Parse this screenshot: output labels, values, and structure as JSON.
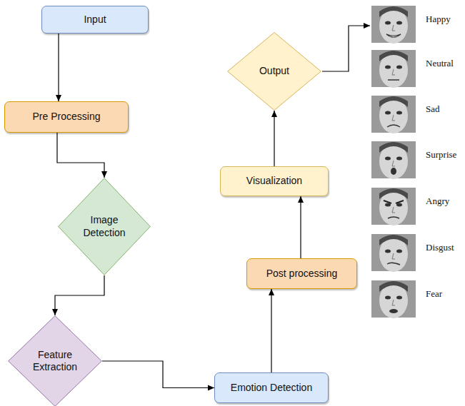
{
  "diagram": {
    "nodes": [
      {
        "text": [
          "Input"
        ]
      },
      {
        "text": [
          "Pre Processing"
        ]
      },
      {
        "text": [
          "Image Detection"
        ]
      },
      {
        "text": [
          "Feature Extraction"
        ]
      },
      {
        "text": [
          "Emotion Detection"
        ]
      },
      {
        "text": [
          "Post processing"
        ]
      },
      {
        "text": [
          "Visualization"
        ]
      },
      {
        "text": [
          "Output"
        ]
      }
    ],
    "edges": [
      {
        "from": 0,
        "to": 1,
        "arrow": "to"
      },
      {
        "from": 1,
        "to": 2,
        "arrow": "to"
      },
      {
        "from": 2,
        "to": 3,
        "arrow": "to"
      },
      {
        "from": 3,
        "to": 4,
        "arrow": "to"
      },
      {
        "from": 4,
        "to": 5,
        "arrow": "to"
      },
      {
        "from": 5,
        "to": 6,
        "arrow": "to"
      },
      {
        "from": 6,
        "to": 7,
        "arrow": "to"
      }
    ],
    "labels": [
      "Happy",
      "Neutral",
      "Sad",
      "Surprise",
      "Angry",
      "Disgust",
      "Fear"
    ]
  }
}
